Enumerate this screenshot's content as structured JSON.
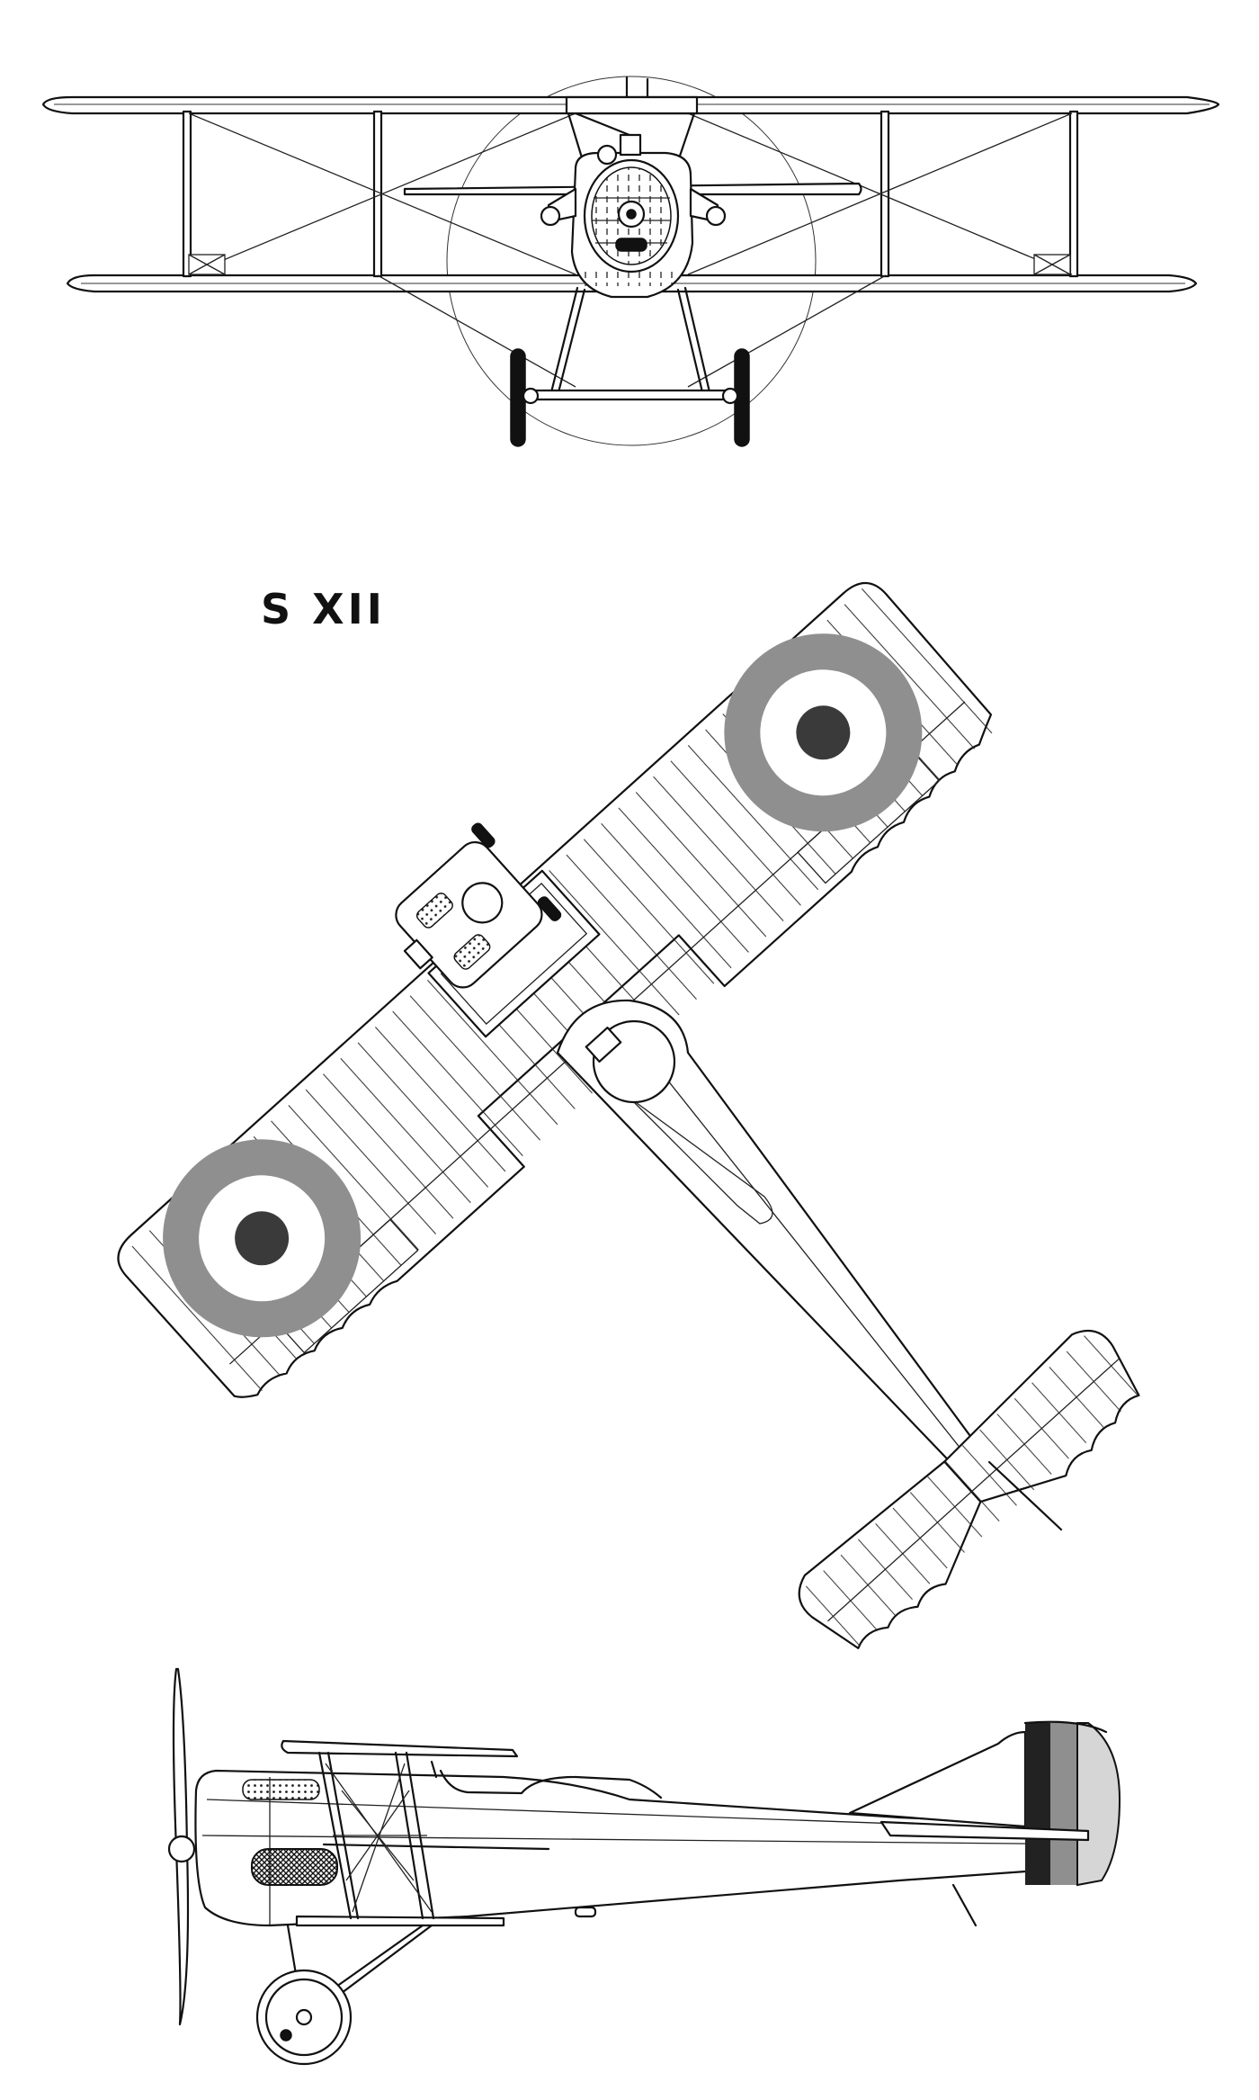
{
  "title": "S XII",
  "views": [
    {
      "id": "front"
    },
    {
      "id": "top"
    },
    {
      "id": "side"
    }
  ],
  "colors": {
    "line": "#111111",
    "paper": "#ffffff",
    "roundel_outer": "#8f8f8f",
    "roundel_middle": "#ffffff",
    "roundel_center": "#3a3a3a",
    "rudder_stripe_dark": "#222222",
    "rudder_stripe_mid": "#8f8f8f",
    "rudder_stripe_light": "#d6d6d6"
  }
}
